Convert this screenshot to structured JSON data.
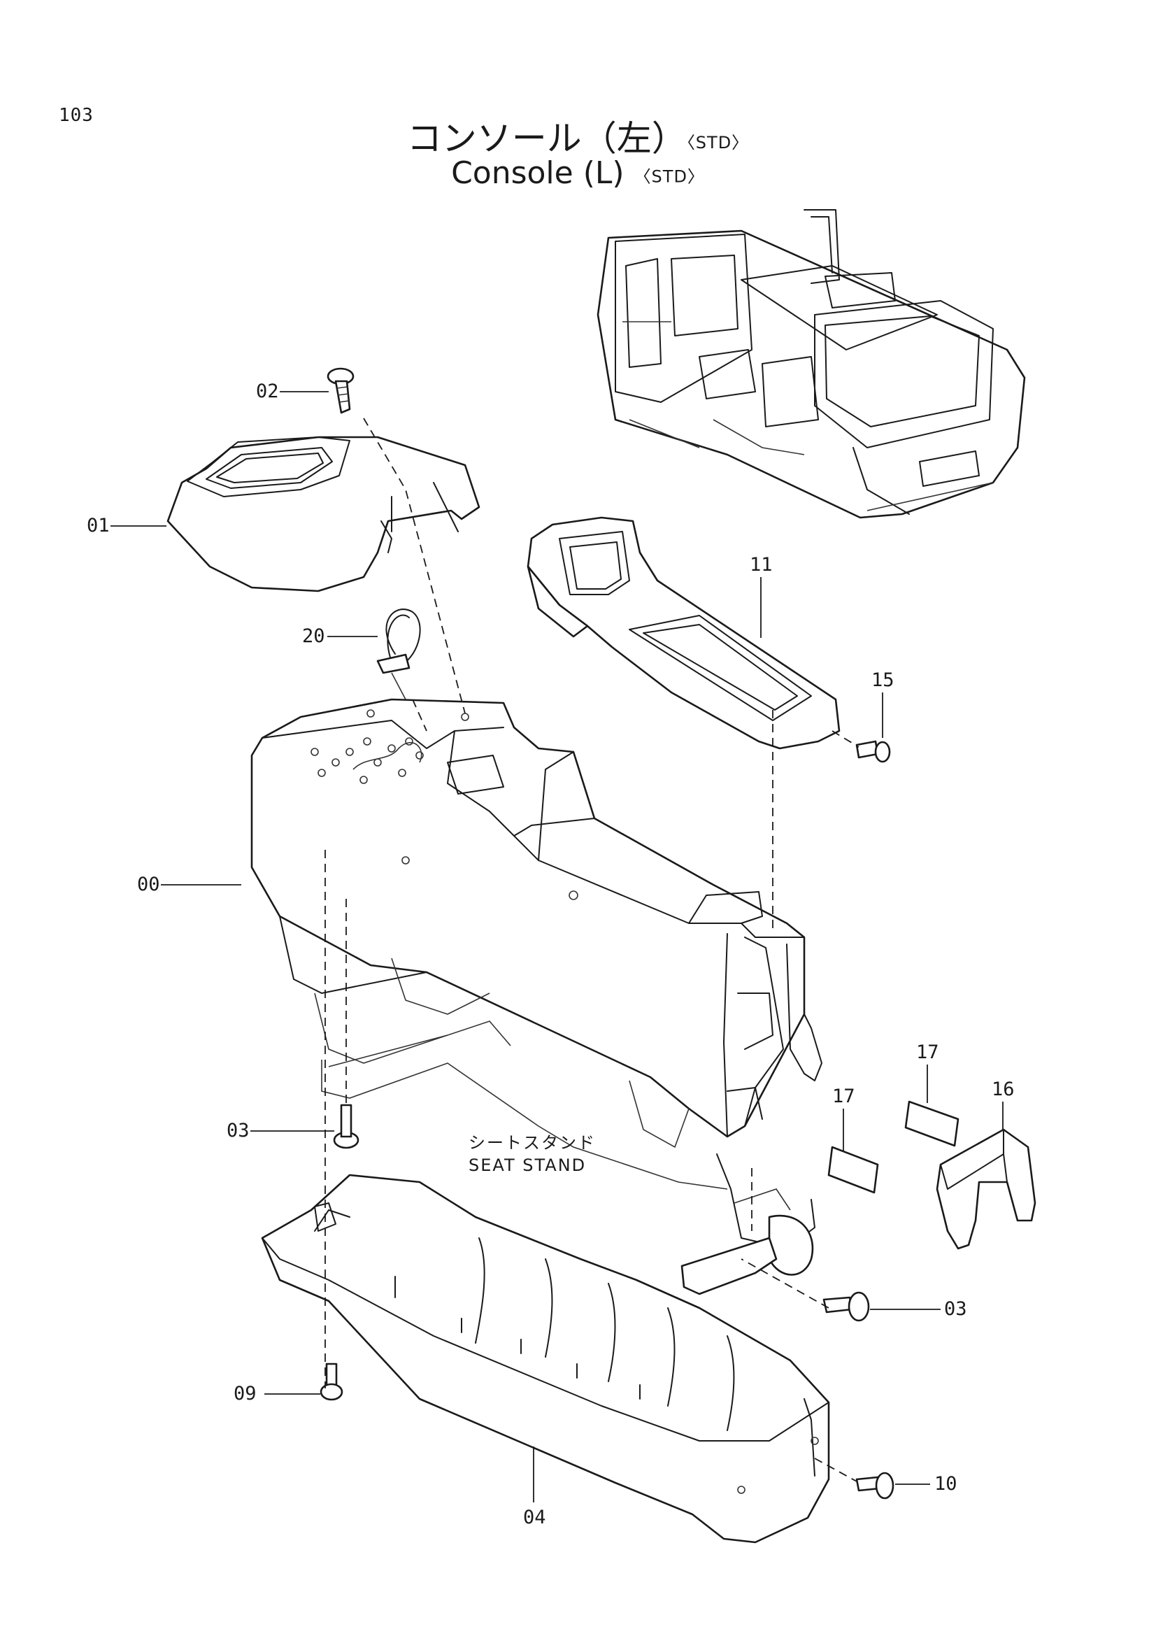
{
  "page_number": "103",
  "title": {
    "japanese": "コンソール（左）",
    "english": "Console (L)",
    "variant": "〈STD〉"
  },
  "annotation": {
    "japanese": "シートスタンド",
    "english": "SEAT STAND"
  },
  "callouts": [
    {
      "id": "c02",
      "label": "02"
    },
    {
      "id": "c01",
      "label": "01"
    },
    {
      "id": "c20",
      "label": "20"
    },
    {
      "id": "c11",
      "label": "11"
    },
    {
      "id": "c15",
      "label": "15"
    },
    {
      "id": "c00",
      "label": "00"
    },
    {
      "id": "c17a",
      "label": "17"
    },
    {
      "id": "c17b",
      "label": "17"
    },
    {
      "id": "c16",
      "label": "16"
    },
    {
      "id": "c03a",
      "label": "03"
    },
    {
      "id": "c03b",
      "label": "03"
    },
    {
      "id": "c09",
      "label": "09"
    },
    {
      "id": "c10",
      "label": "10"
    },
    {
      "id": "c04",
      "label": "04"
    }
  ]
}
